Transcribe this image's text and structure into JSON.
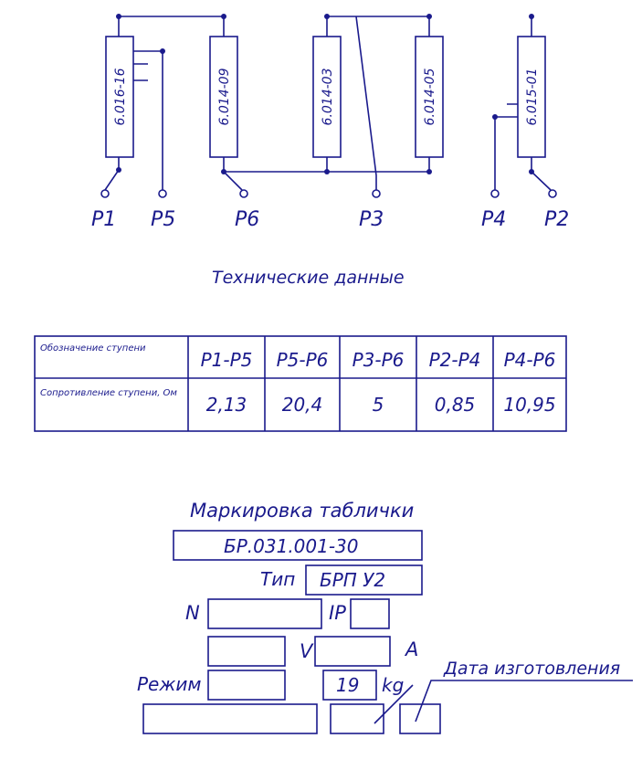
{
  "resistors": [
    {
      "id": "r1",
      "label": "6.016-16"
    },
    {
      "id": "r2",
      "label": "6.014-09"
    },
    {
      "id": "r3",
      "label": "6.014-03"
    },
    {
      "id": "r4",
      "label": "6.014-05"
    },
    {
      "id": "r5",
      "label": "6.015-01"
    }
  ],
  "terminals": [
    "P1",
    "P5",
    "P6",
    "P3",
    "P4",
    "P2"
  ],
  "section_title": "Технические данные",
  "table": {
    "row_headers": [
      "Обозначение ступени",
      "Сопротивление ступени, Ом"
    ],
    "columns": [
      "P1-P5",
      "P5-P6",
      "P3-P6",
      "P2-P4",
      "P4-P6"
    ],
    "values": [
      "2,13",
      "20,4",
      "5",
      "0,85",
      "10,95"
    ]
  },
  "plate": {
    "title": "Маркировка таблички",
    "code": "БР.031.001-30",
    "type_label": "Тип",
    "type_value": "БРП У2",
    "n_label": "N",
    "ip_label": "IP",
    "v_label": "V",
    "a_label": "A",
    "mode_label": "Режим",
    "weight_value": "19",
    "weight_unit": "kg",
    "date_label": "Дата изготовления"
  }
}
